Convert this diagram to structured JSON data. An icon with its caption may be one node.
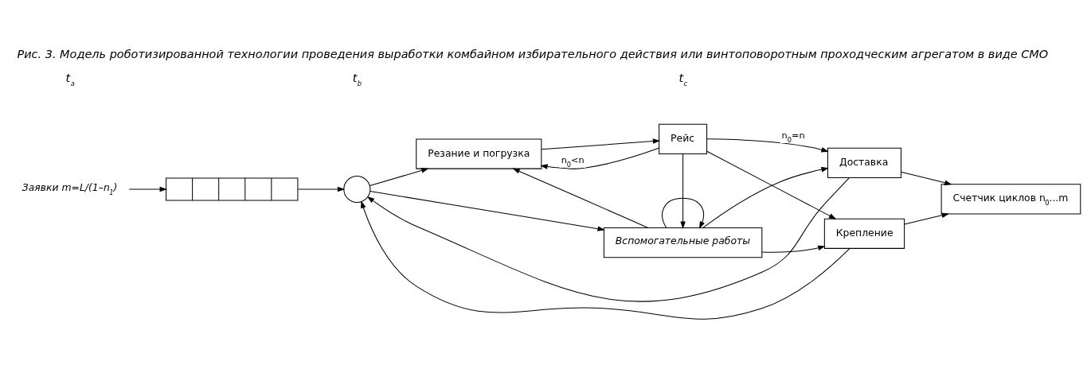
{
  "diagram": {
    "caption": "Рис. 3. Модель роботизированной технологии проведения выработки комбайном избирательного действия или винтоповоротным проходческим агрегатом в виде СМО",
    "nodes": [
      {
        "text": [
          "Заявки m=L/(1–n$_{1}$)"
        ]
      },
      {
        "text": [],
        "shape": "box"
      },
      {
        "text": [],
        "shape": "circle"
      },
      {
        "text": [
          "Резание и погрузка"
        ]
      },
      {
        "text": [
          "Рейс"
        ]
      },
      {
        "text": [
          "Вспомогательные работы"
        ]
      },
      {
        "text": [
          "Доставка"
        ]
      },
      {
        "text": [
          "Крепление"
        ]
      },
      {
        "text": [
          "Счетчик циклов n$_{0}$...m"
        ]
      }
    ],
    "edges": [
      {
        "from": 0,
        "to": 1,
        "arrow": "to"
      },
      {
        "from": 1,
        "to": 2,
        "arrow": "to"
      },
      {
        "from": 2,
        "to": 3,
        "arrow": "to"
      },
      {
        "from": 2,
        "to": 5,
        "arrow": "to"
      },
      {
        "from": 3,
        "to": 4,
        "arrow": "to"
      },
      {
        "from": 4,
        "to": 6,
        "arrow": "to",
        "label": "n$_{0}$=n"
      },
      {
        "from": 4,
        "to": 7,
        "arrow": "to"
      },
      {
        "from": 5,
        "to": 6,
        "arrow": "to"
      },
      {
        "from": 5,
        "to": 7,
        "arrow": "to"
      },
      {
        "from": 4,
        "to": 3,
        "arrow": "to",
        "label": "n$_{0}$<n"
      },
      {
        "from": 4,
        "to": 5,
        "arrow": "to"
      },
      {
        "from": 5,
        "to": 3,
        "arrow": "to"
      },
      {
        "from": 5,
        "to": 5,
        "arrow": "to"
      },
      {
        "from": 6,
        "to": 8,
        "arrow": "to"
      },
      {
        "from": 7,
        "to": 8,
        "arrow": "to"
      },
      {
        "from": 6,
        "to": 2,
        "arrow": "to"
      },
      {
        "from": 7,
        "to": 2,
        "arrow": "to"
      }
    ],
    "labels": [
      "t$_{a}$",
      "t$_{b}$",
      "t$_{c}$"
    ]
  }
}
